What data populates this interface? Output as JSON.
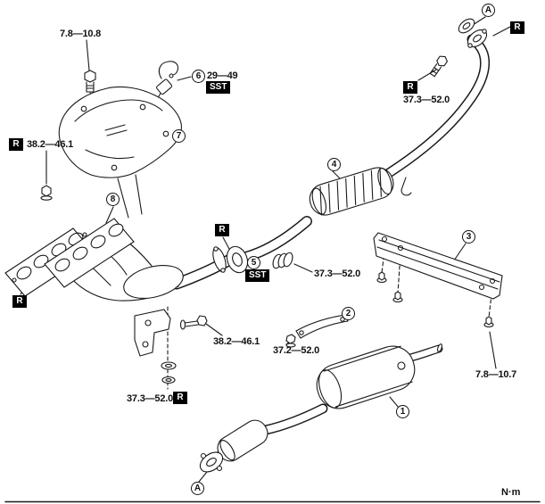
{
  "unit": "N·m",
  "markers": {
    "r": "R",
    "sst": "SST"
  },
  "callouts": {
    "c1": "1",
    "c2": "2",
    "c3": "3",
    "c4": "4",
    "c5": "5",
    "c6": "6",
    "c7": "7",
    "c8": "8",
    "ca": "A"
  },
  "torques": {
    "heat_shield_upper_bolt": "7.8—10.8",
    "oxygen_sensor": "29—49",
    "manifold_nuts": "38.2—46.1",
    "flange_spring_bolts": "37.3—52.0",
    "upper_flange_nuts": "37.3—52.0",
    "heat_shield_panel_bolts": "7.8—10.7",
    "hanger_bolt": "37.2—52.0",
    "bracket_bolt": "38.2—46.1",
    "lower_flange_nuts": "37.3—52.0"
  }
}
